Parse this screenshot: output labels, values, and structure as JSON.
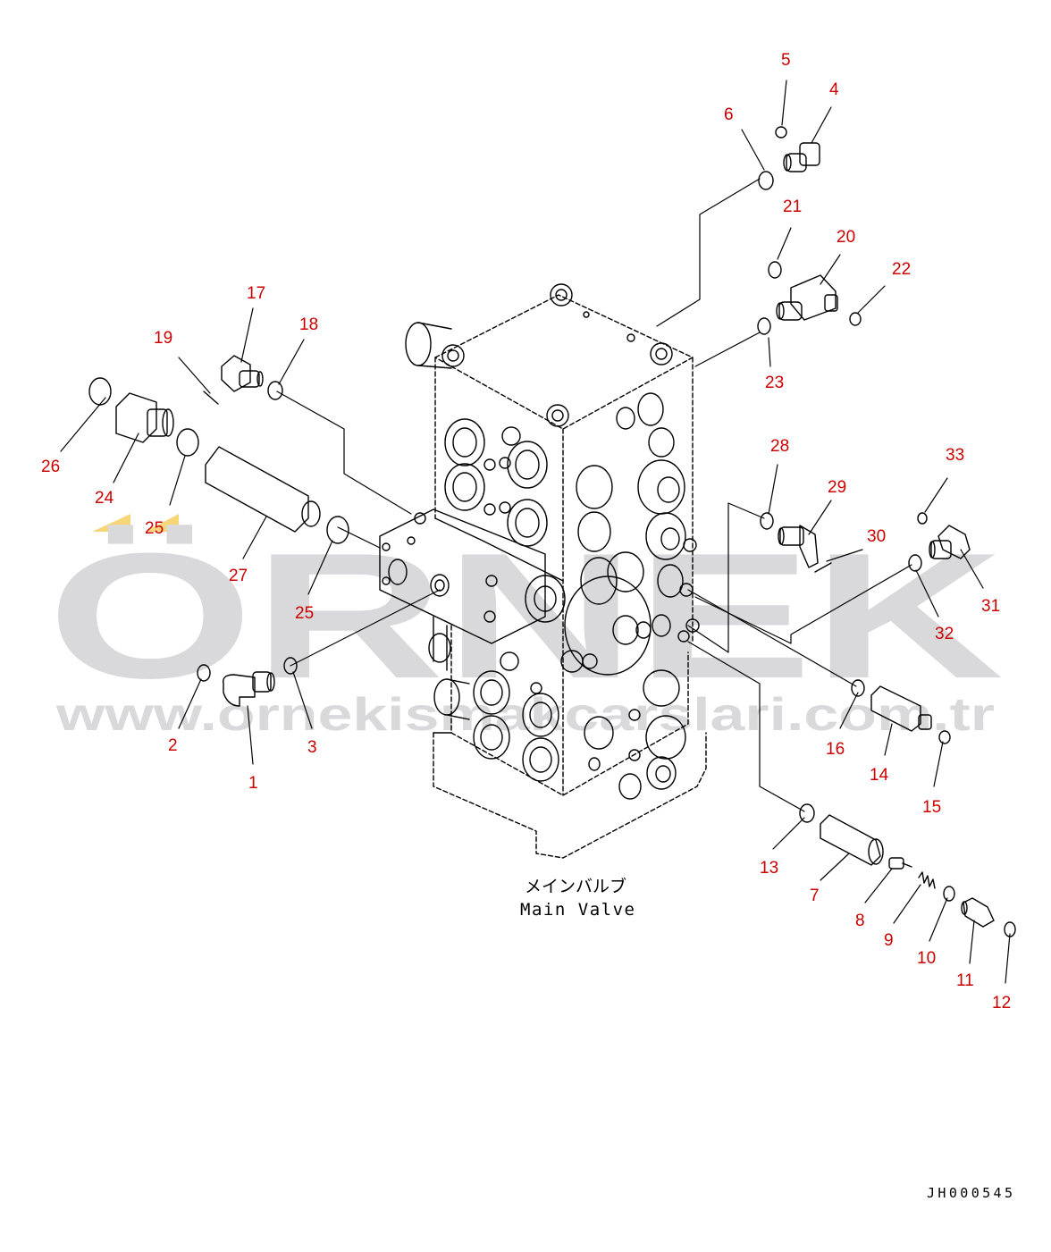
{
  "watermark": {
    "logo": "ÖRNEK",
    "url": "www.ornekismakcarslari.com.tr",
    "color": "#d9d9dc",
    "accent": "#f7d67a"
  },
  "diagram": {
    "caption_jp": "メインバルブ",
    "caption_en": "Main Valve",
    "drawing_code": "JH000545",
    "callout_color": "#cc0000",
    "line_color": "#000000"
  },
  "callouts": [
    "1",
    "2",
    "3",
    "4",
    "5",
    "6",
    "7",
    "8",
    "9",
    "10",
    "11",
    "12",
    "13",
    "14",
    "15",
    "16",
    "17",
    "18",
    "19",
    "20",
    "21",
    "22",
    "23",
    "24",
    "25",
    "25",
    "26",
    "27",
    "28",
    "29",
    "30",
    "31",
    "32",
    "33"
  ]
}
